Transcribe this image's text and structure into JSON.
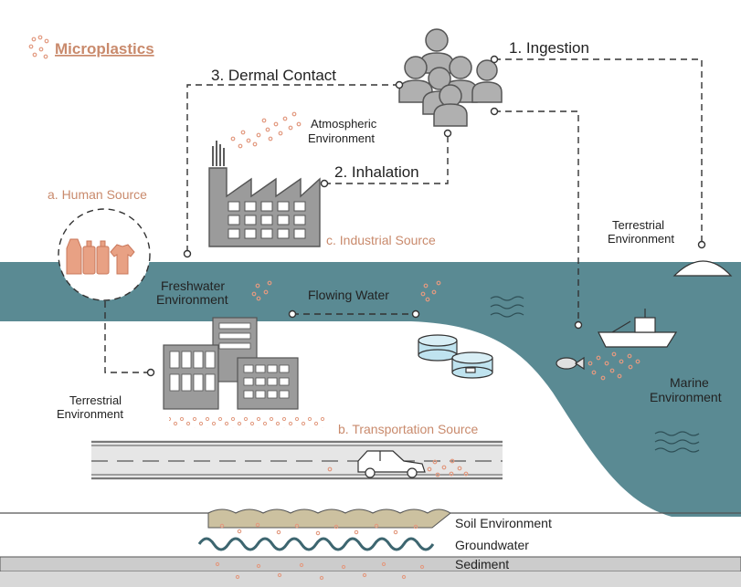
{
  "legend": {
    "label": "Microplastics"
  },
  "pathways": {
    "ingestion": "1. Ingestion",
    "inhalation": "2. Inhalation",
    "dermal": "3. Dermal Contact"
  },
  "sources": {
    "human": "a. Human Source",
    "transportation": "b. Transportation Source",
    "industrial": "c. Industrial Source"
  },
  "environments": {
    "atmospheric_line1": "Atmospheric",
    "atmospheric_line2": "Environment",
    "terrestrial_right_line1": "Terrestrial",
    "terrestrial_right_line2": "Environment",
    "terrestrial_left_line1": "Terrestrial",
    "terrestrial_left_line2": "Environment",
    "freshwater_line1": "Freshwater",
    "freshwater_line2": "Environment",
    "flowing_water": "Flowing Water",
    "marine_line1": "Marine",
    "marine_line2": "Environment"
  },
  "layers": {
    "soil": "Soil Environment",
    "groundwater": "Groundwater",
    "sediment": "Sediment"
  },
  "colors": {
    "water": "#5a8a93",
    "particle": "#e29a80",
    "icon_gray": "#9b9b9b",
    "accent_text": "#c98a6c"
  }
}
